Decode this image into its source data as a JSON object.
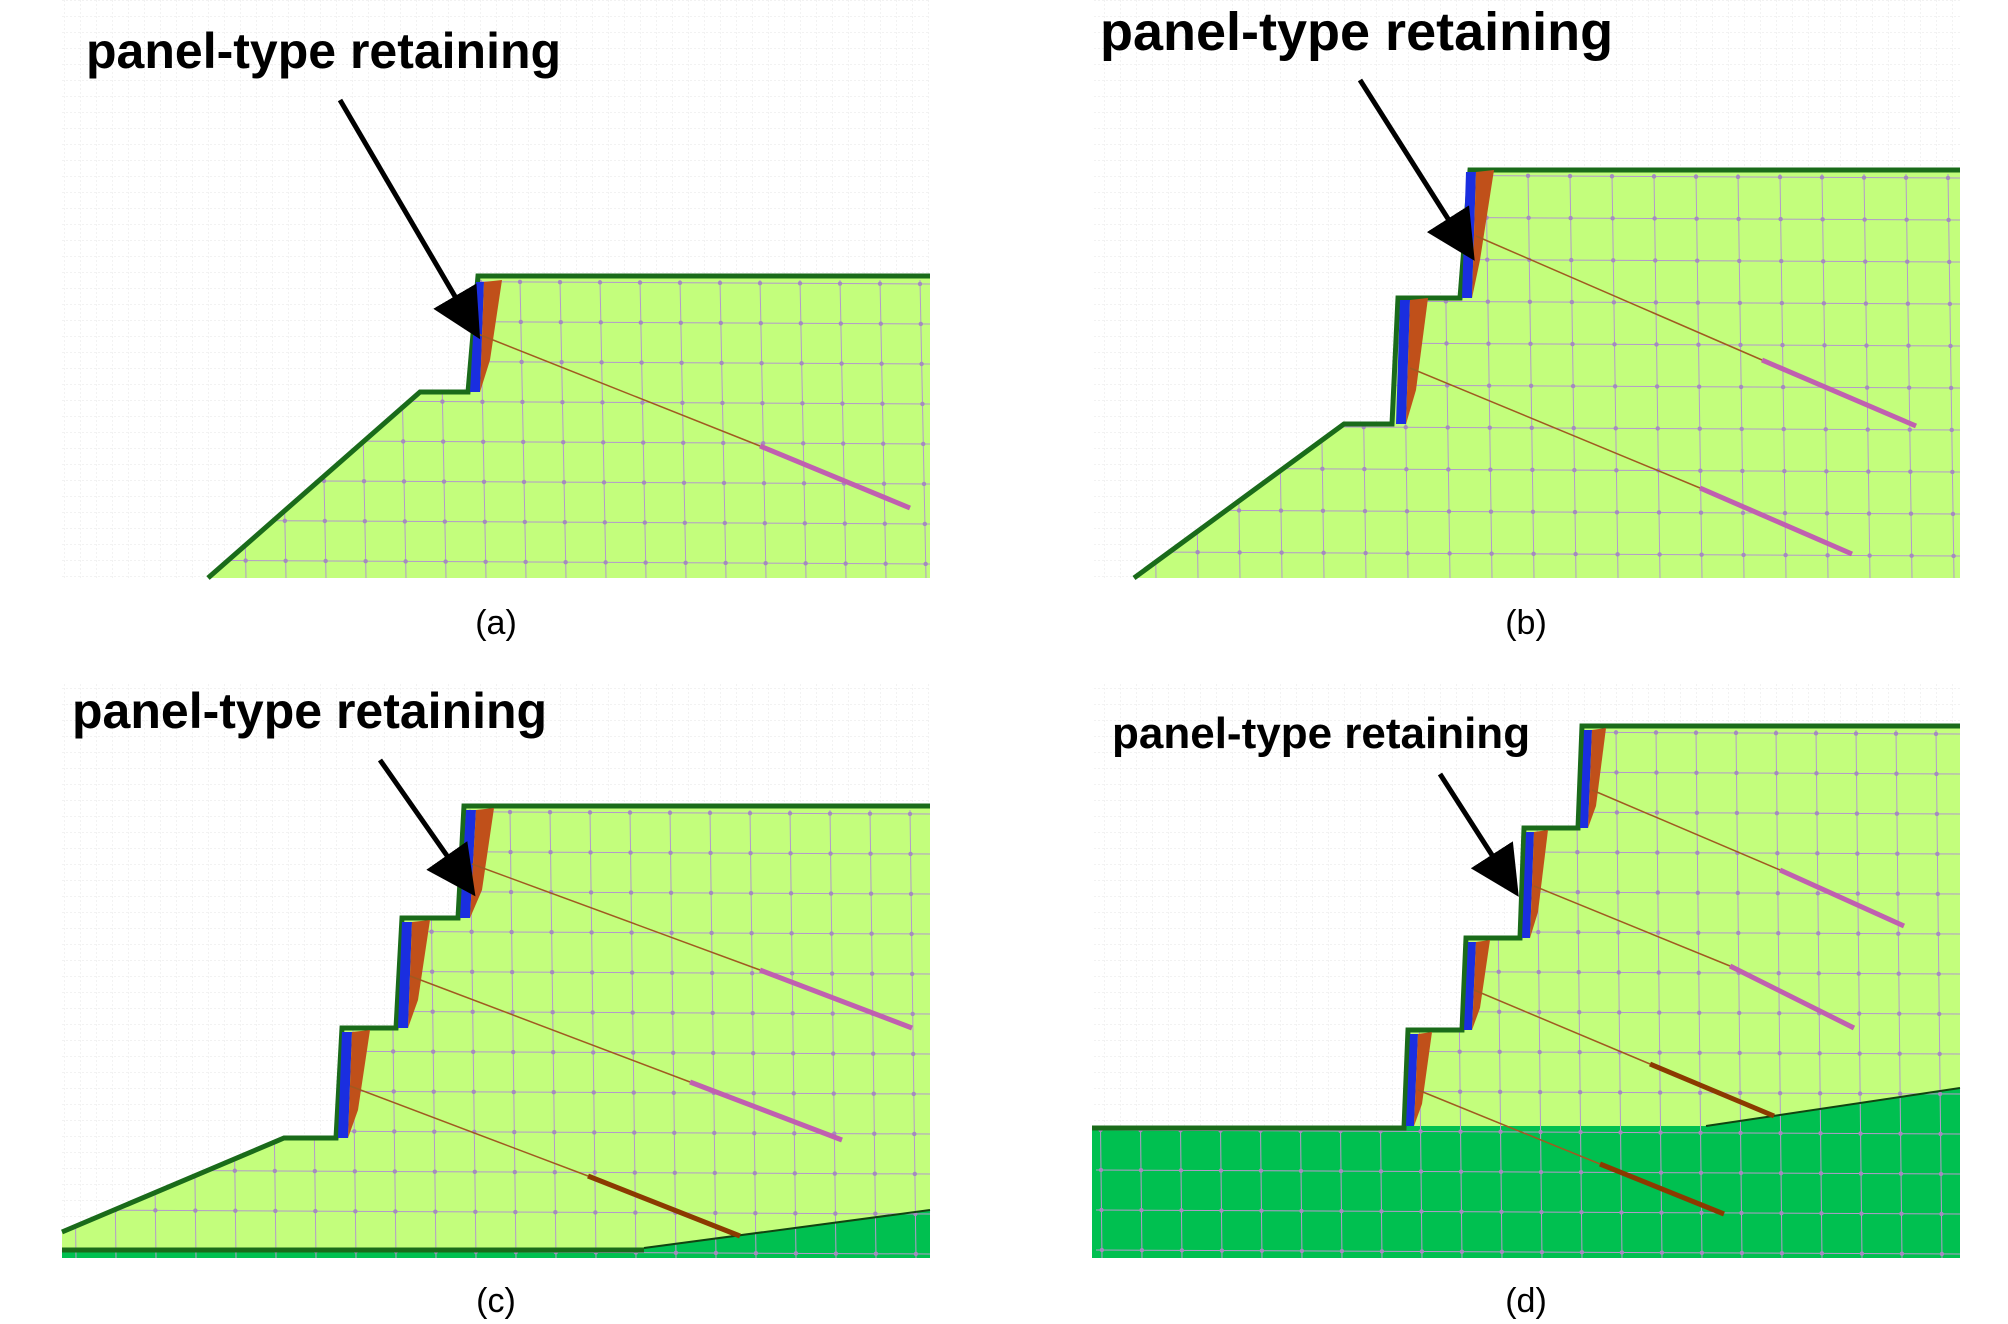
{
  "colors": {
    "background_grid": "#e4e4e4",
    "soil_upper": "#c3fe7c",
    "soil_lower": "#00c050",
    "boundary": "#1a6b1a",
    "mesh_line": "#b39acb",
    "mesh_node": "#a58ac0",
    "panel_facing": "#1a2ee0",
    "panel_backfill": "#c0501a",
    "anchor_tendon_upper": "#c060b0",
    "anchor_tendon_lower": "#8b3a00",
    "anchor_free_length": "#a05a20",
    "arrow": "#000000"
  },
  "panels": [
    {
      "id": "a",
      "label": "panel-type retaining",
      "caption": "(a)",
      "steps": 1
    },
    {
      "id": "b",
      "label": "panel-type retaining",
      "caption": "(b)",
      "steps": 2
    },
    {
      "id": "c",
      "label": "panel-type retaining",
      "caption": "(c)",
      "steps": 3
    },
    {
      "id": "d",
      "label": "panel-type retaining",
      "caption": "(d)",
      "steps": 4
    }
  ]
}
